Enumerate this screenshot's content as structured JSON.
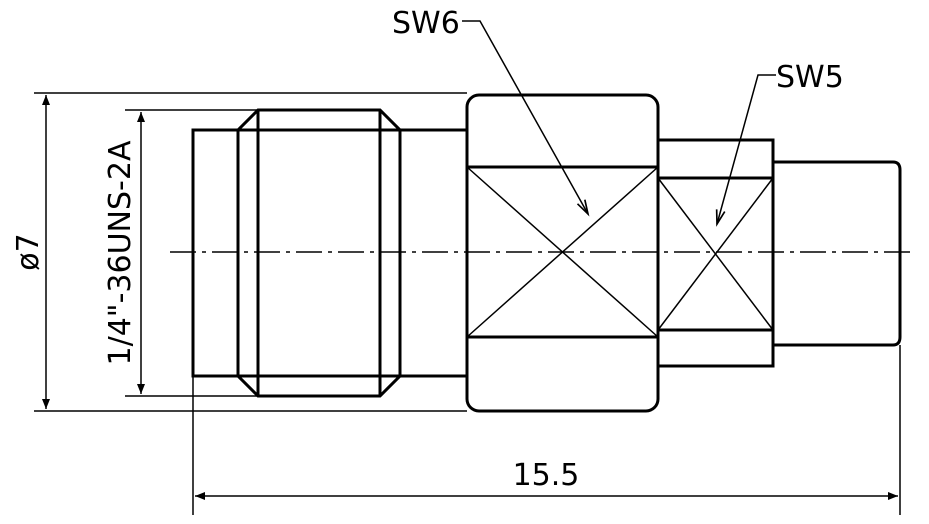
{
  "labels": {
    "sw6": "SW6",
    "sw5": "SW5",
    "diameter": "ø7",
    "thread": "1/4\"-36UNS-2A",
    "length": "15.5"
  },
  "colors": {
    "line": "#000000",
    "background": "#ffffff"
  }
}
